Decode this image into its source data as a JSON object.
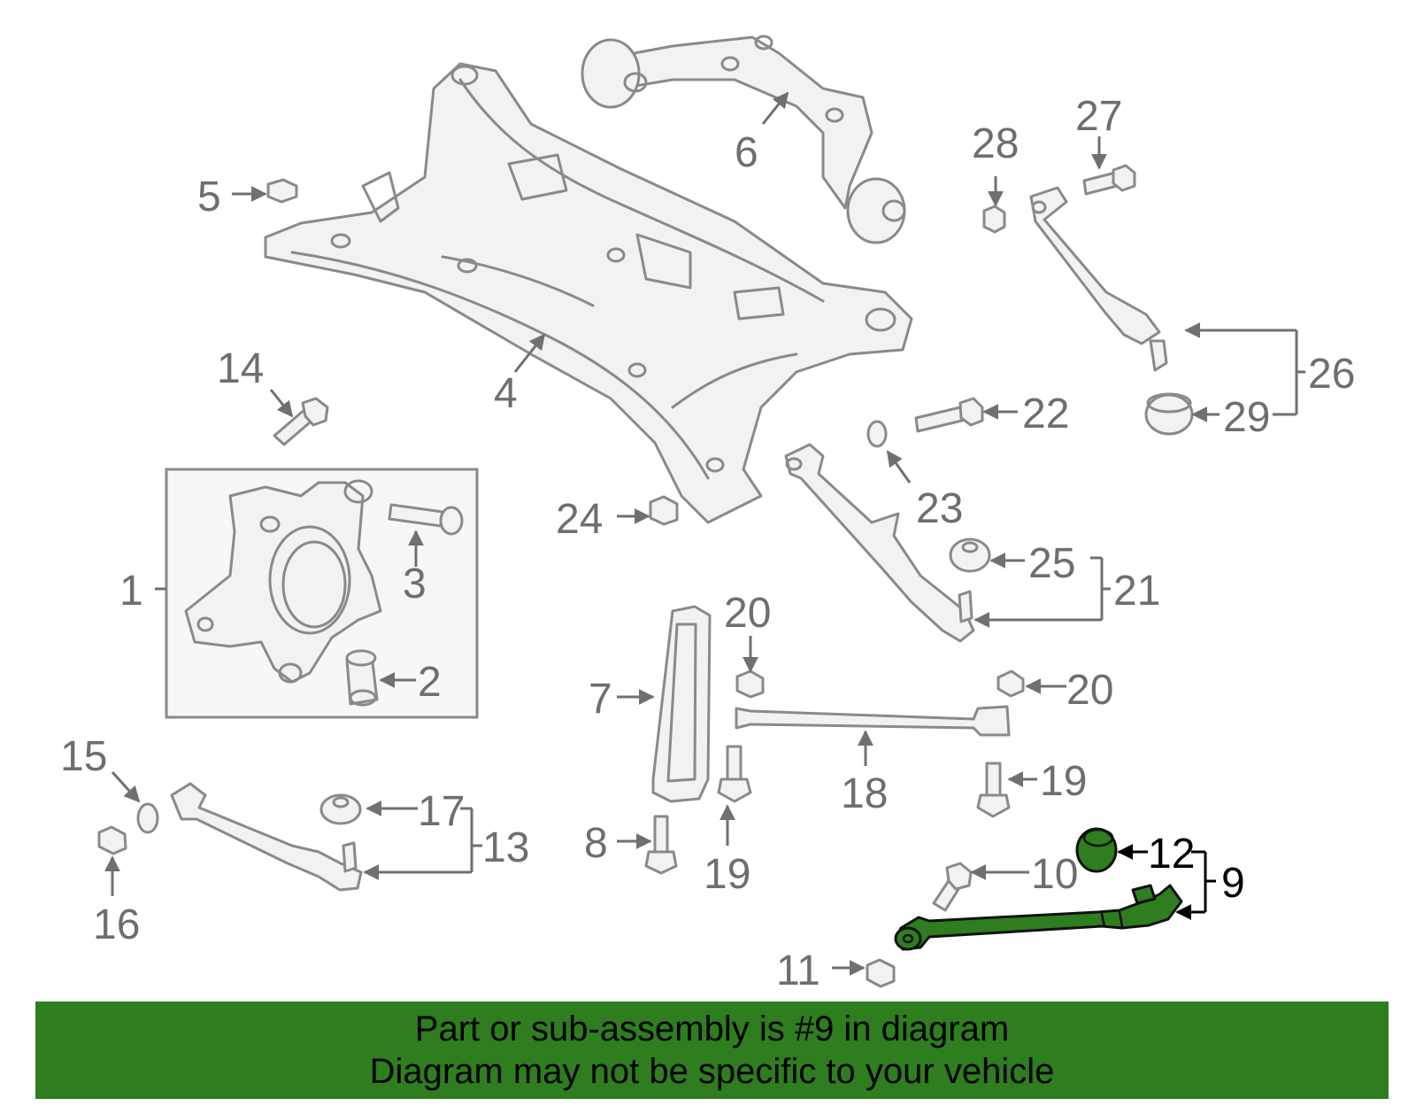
{
  "callouts": {
    "c1": "1",
    "c2": "2",
    "c3": "3",
    "c4": "4",
    "c5": "5",
    "c6": "6",
    "c7": "7",
    "c8": "8",
    "c9": "9",
    "c10": "10",
    "c11": "11",
    "c12": "12",
    "c13": "13",
    "c14": "14",
    "c15": "15",
    "c16": "16",
    "c17": "17",
    "c18": "18",
    "c19a": "19",
    "c19b": "19",
    "c20a": "20",
    "c20b": "20",
    "c21": "21",
    "c22": "22",
    "c23": "23",
    "c24": "24",
    "c25": "25",
    "c26": "26",
    "c27": "27",
    "c28": "28",
    "c29": "29"
  },
  "highlighted_part": "9",
  "colors": {
    "highlight": "#2e7d1f",
    "part_line": "#8a8a8a",
    "label": "#6e6e6e"
  },
  "banner": {
    "line1": "Part or sub-assembly is #9 in diagram",
    "line2": "Diagram may not be specific to your vehicle"
  }
}
